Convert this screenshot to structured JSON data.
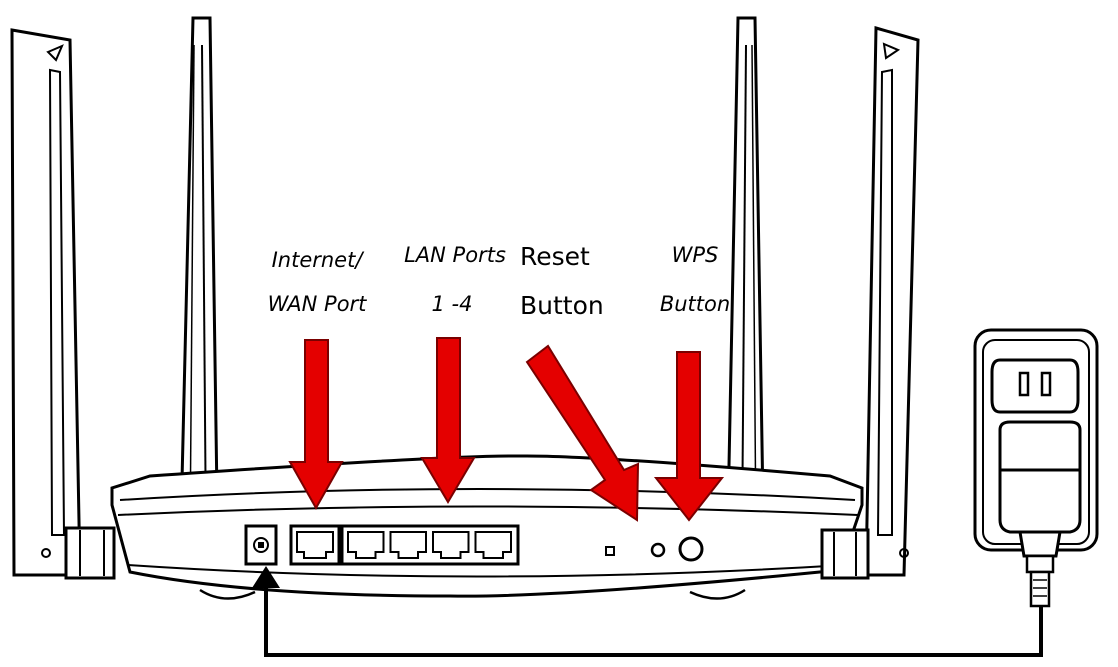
{
  "labels": {
    "internet_wan_line1": "Internet/",
    "internet_wan_line2": "WAN Port",
    "lan_ports_line1": "LAN Ports",
    "lan_ports_line2": "1 -4",
    "reset_line1": "Reset",
    "reset_line2": "Button",
    "wps_line1": "WPS",
    "wps_line2": "Button"
  },
  "colors": {
    "arrow": "#e40000",
    "arrow_outline": "#7a0000",
    "line": "#000000",
    "background": "#ffffff"
  },
  "ports": {
    "lan_port_count": 4
  }
}
